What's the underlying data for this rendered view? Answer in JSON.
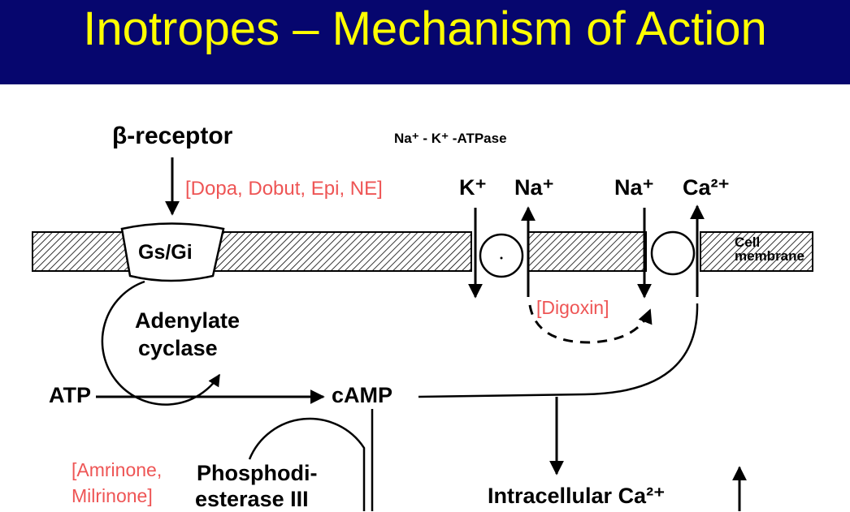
{
  "title": "Inotropes – Mechanism of Action",
  "colors": {
    "title_bg": "#06066e",
    "title_text": "#ffff00",
    "drug_text": "#ee5555"
  },
  "diagram": {
    "beta_receptor": "β-receptor",
    "pump_label": "Na⁺ - K⁺ -ATPase",
    "drug_beta": "[Dopa, Dobut, Epi, NE]",
    "ion_k": "K⁺",
    "ion_na_1": "Na⁺",
    "ion_na_2": "Na⁺",
    "ion_ca": "Ca²⁺",
    "gs_gi": "Gs/Gi",
    "cell_label": "Cell",
    "membrane_label": "membrane",
    "drug_digoxin": "[Digoxin]",
    "adenylate": "Adenylate",
    "cyclase": "cyclase",
    "atp": "ATP",
    "camp": "cAMP",
    "drug_pde_1": "[Amrinone,",
    "drug_pde_2": "Milrinone]",
    "pde_1": "Phosphodi-",
    "pde_2": "esterase III",
    "intracellular_ca": "Intracellular Ca²⁺"
  }
}
